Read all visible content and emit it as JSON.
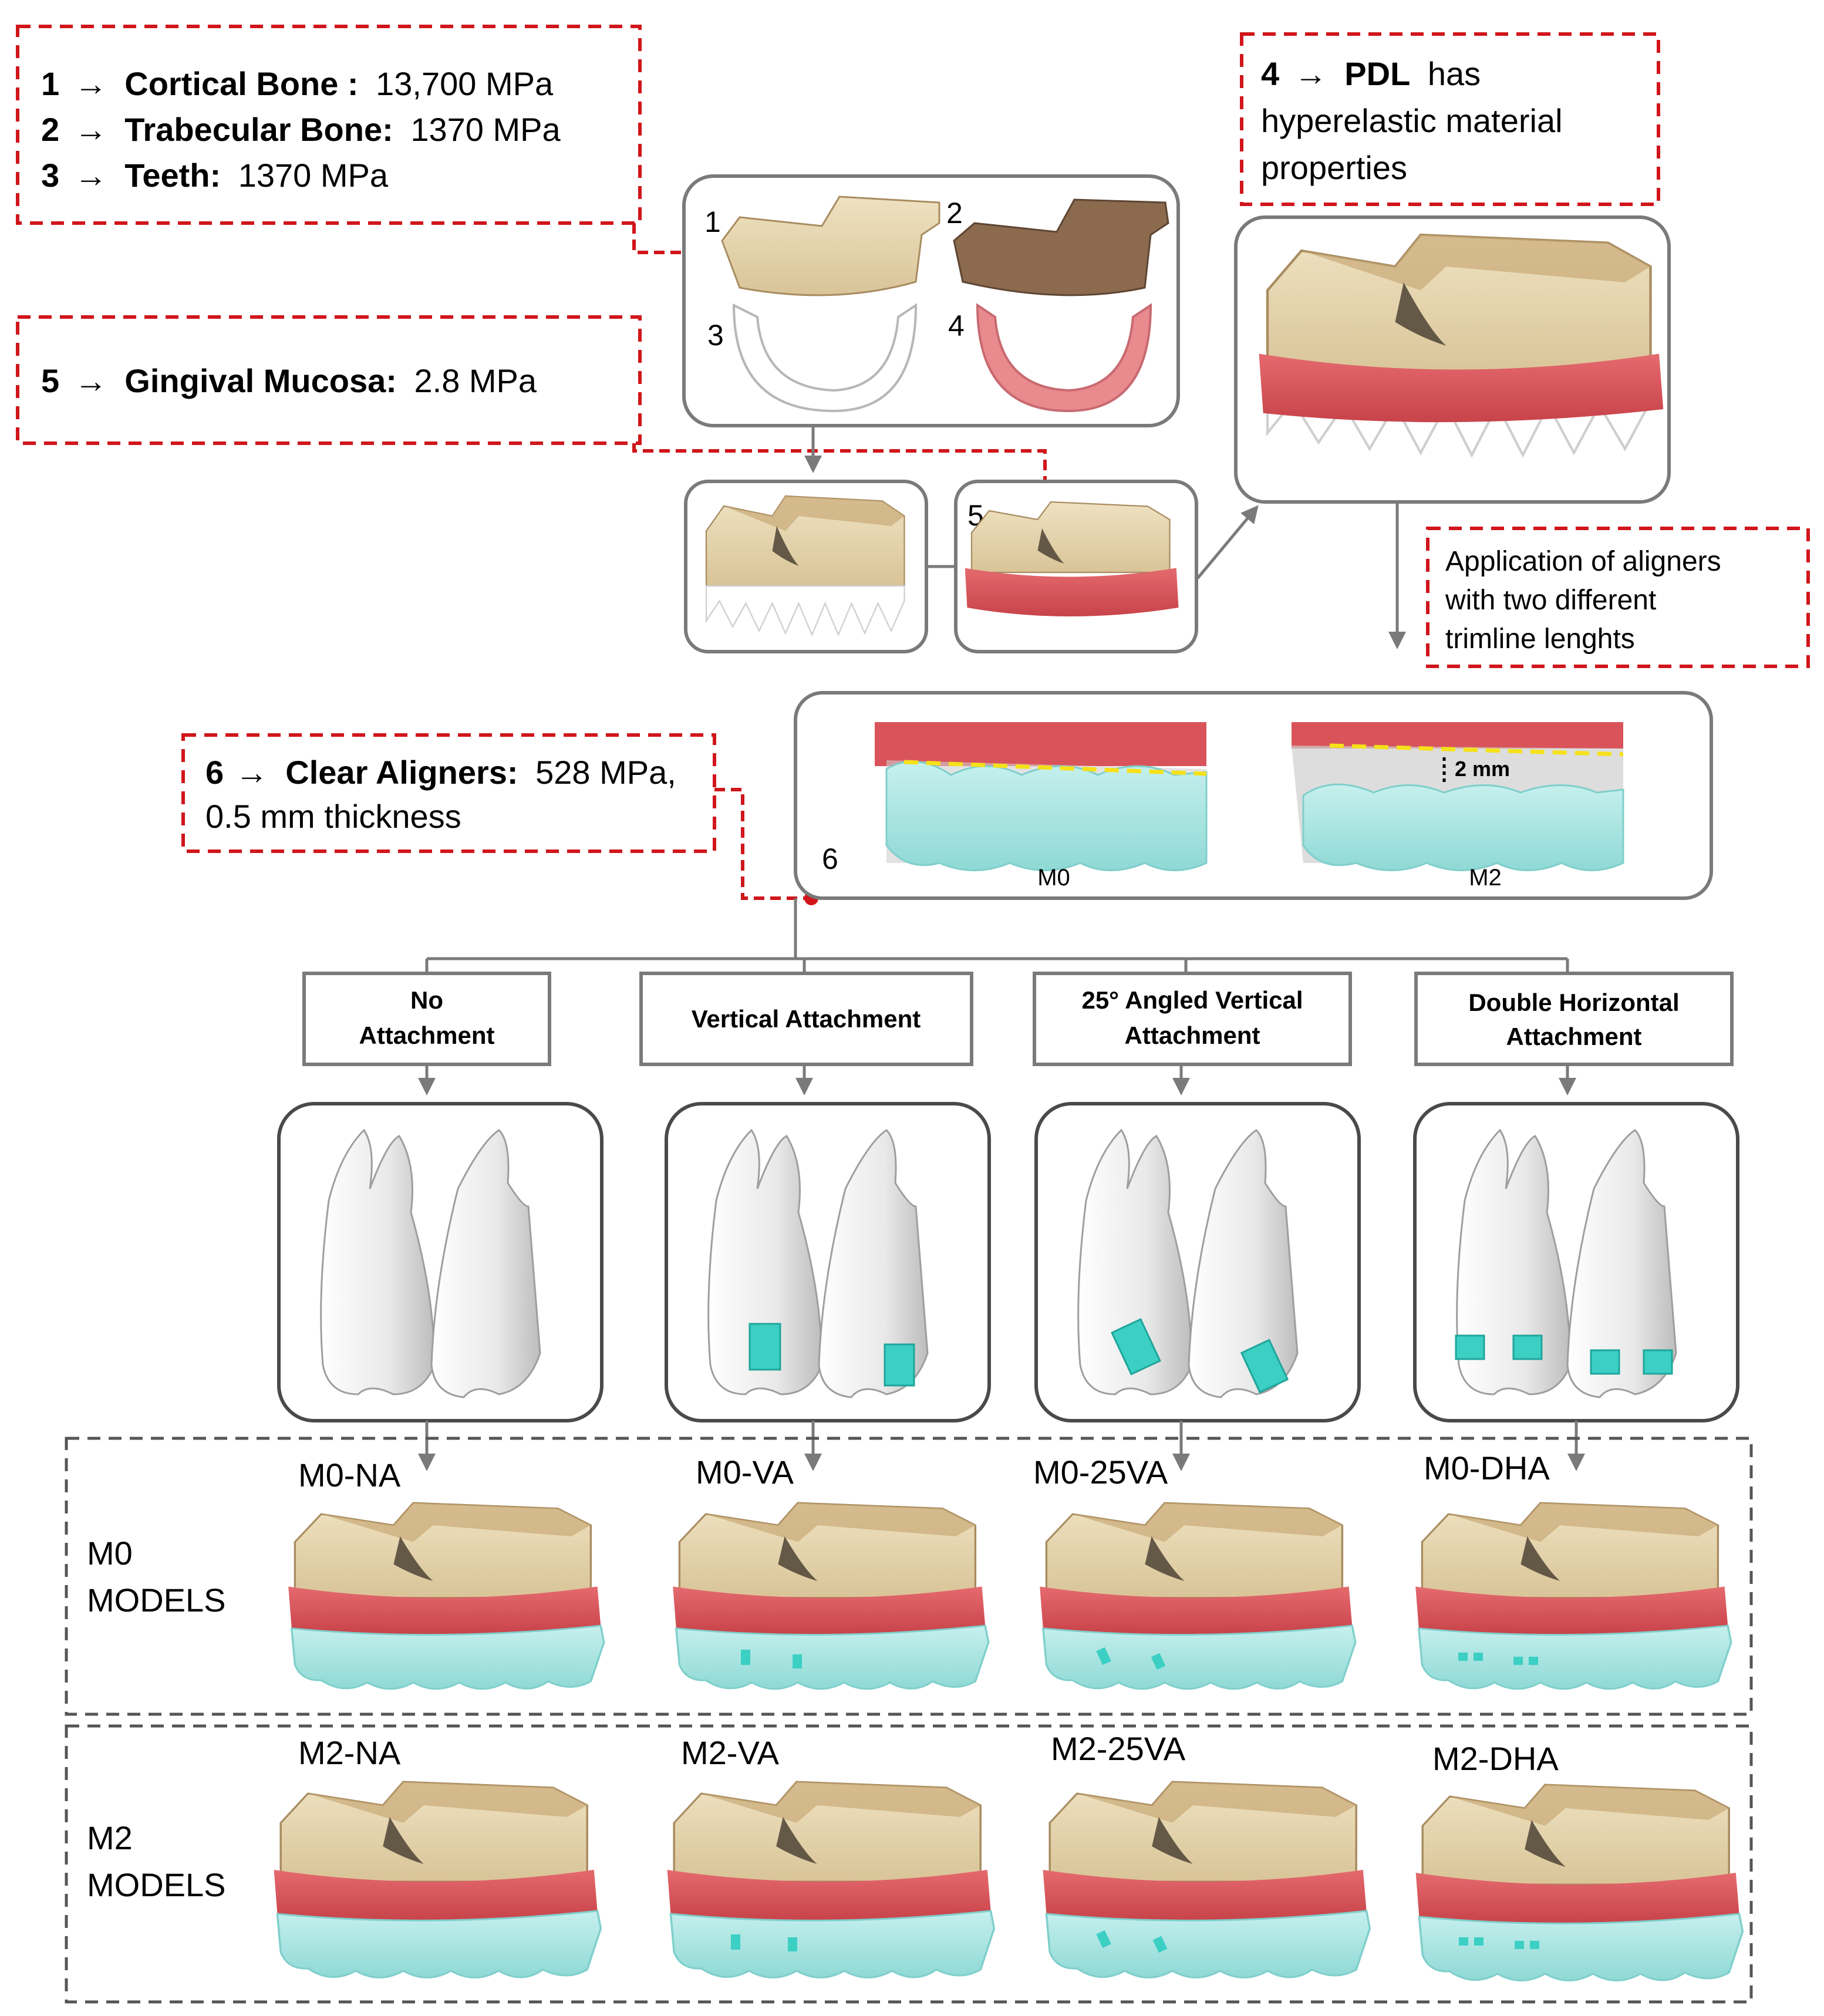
{
  "notes": {
    "materials": {
      "lines": [
        {
          "num": "1",
          "arrow": "→",
          "name": "Cortical Bone :",
          "value": "13,700 MPa"
        },
        {
          "num": "2",
          "arrow": "→",
          "name": "Trabecular Bone:",
          "value": "1370 MPa"
        },
        {
          "num": "3",
          "arrow": "→",
          "name": "Teeth:",
          "value": "1370 MPa"
        }
      ]
    },
    "gingiva": {
      "num": "5",
      "arrow": "→",
      "name": "Gingival Mucosa:",
      "value": "2.8 MPa"
    },
    "pdl": {
      "num": "4",
      "arrow": "→",
      "name": "PDL",
      "line1_rest": "has",
      "line2": "hyperelastic material",
      "line3": "properties"
    },
    "aligners_application": {
      "line1": "Application of aligners",
      "line2": "with two different",
      "line3": "trimline lenghts"
    },
    "clear_aligners": {
      "num": "6",
      "arrow": "→",
      "name": "Clear Aligners:",
      "value": "528 MPa,",
      "line2": "0.5 mm thickness"
    }
  },
  "component_numbers": {
    "n1": "1",
    "n2": "2",
    "n3": "3",
    "n4": "4",
    "n5": "5",
    "n6": "6"
  },
  "trimlines": {
    "left": "M0",
    "right": "M2",
    "gap": "2 mm"
  },
  "attachments": [
    {
      "line1": "No",
      "line2": "Attachment"
    },
    {
      "line1": "Vertical Attachment",
      "line2": ""
    },
    {
      "line1": "25° Angled Vertical",
      "line2": "Attachment"
    },
    {
      "line1": "Double Horizontal",
      "line2": "Attachment"
    }
  ],
  "m0_row": {
    "title_line1": "M0",
    "title_line2": "MODELS",
    "models": [
      "M0-NA",
      "M0-VA",
      "M0-25VA",
      "M0-DHA"
    ]
  },
  "m2_row": {
    "title_line1": "M2",
    "title_line2": "MODELS",
    "models": [
      "M2-NA",
      "M2-VA",
      "M2-25VA",
      "M2-DHA"
    ]
  },
  "colors": {
    "bone": "#E8D6AE",
    "bone_shadow": "#B89F73",
    "trabecular": "#8B6A4E",
    "gingiva": "#D9545A",
    "pdl_pink": "#E88A8E",
    "tooth": "#F4F4F4",
    "aligner": "#9FE3E0",
    "attachment": "#3CCFC4",
    "note_red": "#D0161B",
    "frame_gray": "#7A7A7A",
    "trimline_yellow": "#F5E11A"
  }
}
